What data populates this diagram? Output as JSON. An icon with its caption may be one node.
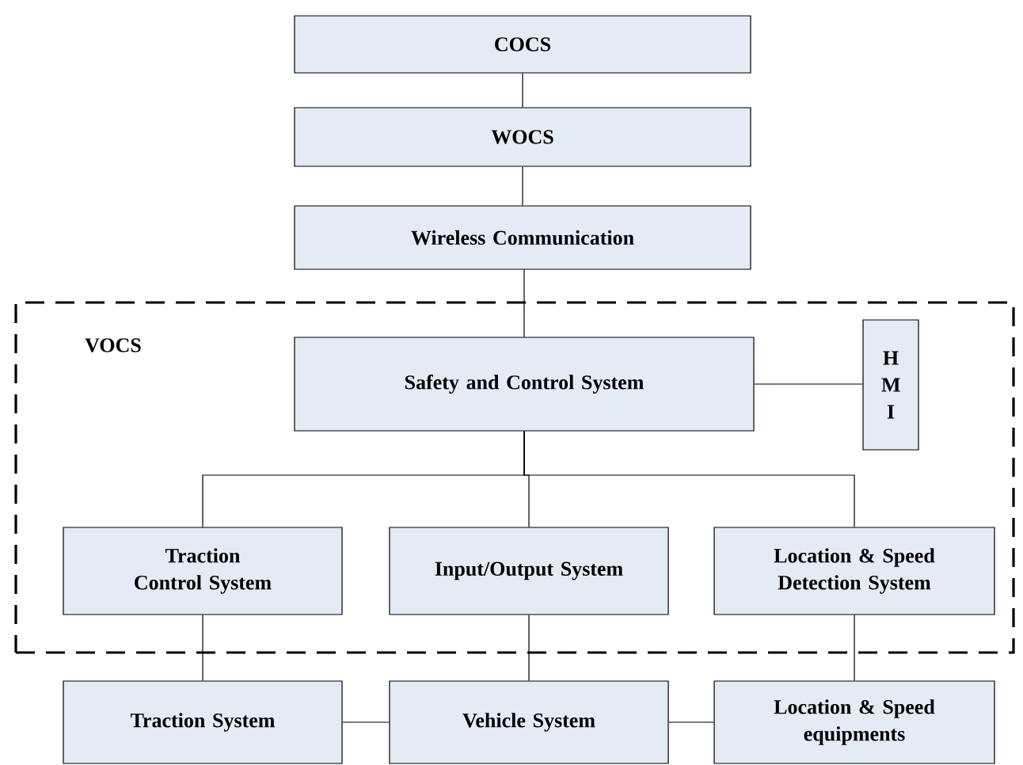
{
  "diagram": {
    "nodes": [
      {
        "text": [
          "COCS"
        ]
      },
      {
        "text": [
          "WOCS"
        ]
      },
      {
        "text": [
          "Wireless Communication"
        ]
      },
      {
        "text": [
          "VOCS"
        ]
      },
      {
        "text": [
          "Safety and Control System"
        ],
        "in": 3
      },
      {
        "text": [
          "H M I"
        ],
        "in": 3
      },
      {
        "text": [
          "Traction Control System"
        ],
        "in": 3
      },
      {
        "text": [
          "Input/Output System"
        ],
        "in": 3
      },
      {
        "text": [
          "Location & Speed Detection System"
        ],
        "in": 3
      },
      {
        "text": [
          "Traction System"
        ]
      },
      {
        "text": [
          "Vehicle System"
        ]
      },
      {
        "text": [
          "Location & Speed equipments"
        ]
      }
    ],
    "edges": [
      {
        "from": 0,
        "to": 1,
        "arrow": "none"
      },
      {
        "from": 1,
        "to": 2,
        "arrow": "none"
      },
      {
        "from": 2,
        "to": 4,
        "arrow": "none"
      },
      {
        "from": 4,
        "to": 5,
        "arrow": "none"
      },
      {
        "from": 4,
        "to": 6,
        "arrow": "none"
      },
      {
        "from": 4,
        "to": 7,
        "arrow": "none"
      },
      {
        "from": 4,
        "to": 8,
        "arrow": "none"
      },
      {
        "from": 6,
        "to": 9,
        "arrow": "none"
      },
      {
        "from": 7,
        "to": 10,
        "arrow": "none"
      },
      {
        "from": 8,
        "to": 11,
        "arrow": "none"
      },
      {
        "from": 9,
        "to": 10,
        "arrow": "none"
      },
      {
        "from": 10,
        "to": 11,
        "arrow": "none"
      }
    ]
  }
}
